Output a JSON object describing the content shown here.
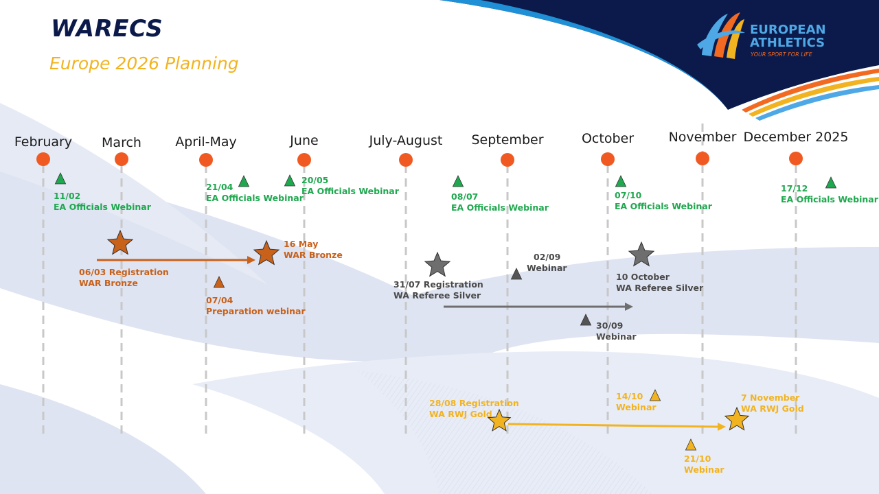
{
  "header": {
    "title": "WARECS",
    "subtitle": "Europe 2026 Planning"
  },
  "logo": {
    "line1": "EUROPEAN",
    "line2": "ATHLETICS",
    "tagline": "YOUR SPORT FOR LIFE",
    "icon": "european-athletics-track-logo"
  },
  "colors": {
    "green": "#1fa84f",
    "orange": "#c8611a",
    "gray": "#6e6e6e",
    "gold": "#f2b320",
    "dot": "#f05a22",
    "navy": "#0b1a4a"
  },
  "months": [
    "February",
    "March",
    "April-May",
    "June",
    "July-August",
    "September",
    "October",
    "November",
    "December 2025"
  ],
  "events": {
    "g1": {
      "date": "11/02",
      "text": "EA Officials Webinar"
    },
    "g2": {
      "date": "21/04",
      "text": "EA Officials Webinar"
    },
    "g3": {
      "date": "20/05",
      "text": "EA Officials Webinar"
    },
    "g4": {
      "date": "08/07",
      "text": "EA Officials Webinar"
    },
    "g5": {
      "date": "07/10",
      "text": "EA Officials Webinar"
    },
    "g6": {
      "date": "17/12",
      "text": "EA Officials Webinar"
    },
    "o1": {
      "date": "06/03 Registration",
      "text": "WAR Bronze"
    },
    "o2": {
      "date": "16 May",
      "text": "WAR Bronze"
    },
    "o3": {
      "date": "07/04",
      "text": "Preparation webinar"
    },
    "s1": {
      "date": "31/07 Registration",
      "text": "WA Referee Silver"
    },
    "s2": {
      "date": "02/09",
      "text": "Webinar"
    },
    "s3": {
      "date": "10 October",
      "text": "WA Referee Silver"
    },
    "s4": {
      "date": "30/09",
      "text": "Webinar"
    },
    "y1": {
      "date": "28/08 Registration",
      "text": "WA RWJ Gold"
    },
    "y2": {
      "date": "14/10",
      "text": "Webinar"
    },
    "y3": {
      "date": "7 November",
      "text": "WA RWJ Gold"
    },
    "y4": {
      "date": "21/10",
      "text": "Webinar"
    }
  }
}
